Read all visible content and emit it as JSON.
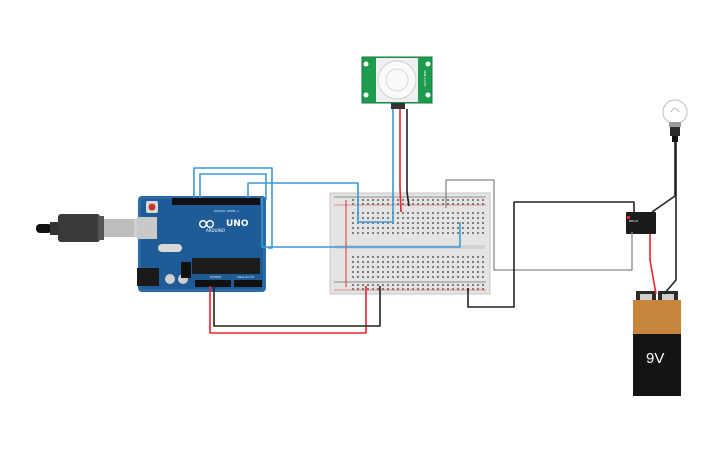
{
  "arduino": {
    "model_label": "UNO",
    "brand_label": "ARDUINO",
    "digital_label": "DIGITAL (PWM~)",
    "power_label": "POWER",
    "analog_label": "ANALOG IN"
  },
  "battery": {
    "voltage_label": "9V"
  },
  "pir_sensor": {
    "side_label": "SEN-13285"
  },
  "relay": {
    "label": "RELAY"
  },
  "wire_colors": {
    "signal": "#3a9bd5",
    "power": "#e8252a",
    "ground": "#222222",
    "gray": "#888888"
  }
}
